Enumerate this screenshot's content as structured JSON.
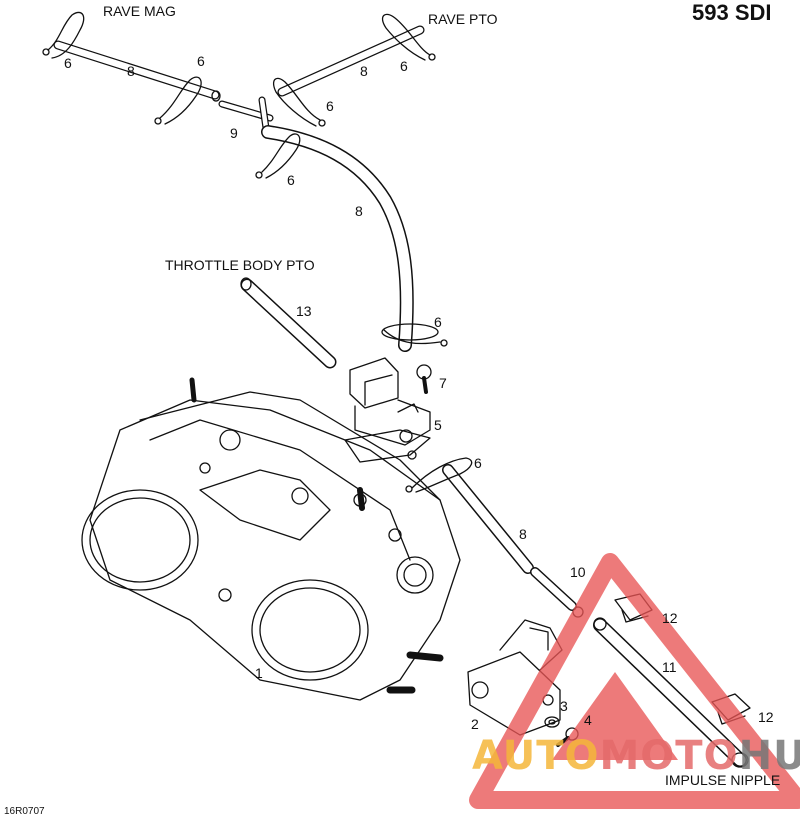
{
  "model_title": "593 SDI",
  "figure_ref": "16R0707",
  "callouts": {
    "rave_mag": "RAVE MAG",
    "rave_pto": "RAVE PTO",
    "throttle_body_pto": "THROTTLE BODY PTO",
    "impulse_nipple": "IMPULSE NIPPLE"
  },
  "part_numbers": {
    "p1": "1",
    "p2": "2",
    "p3": "3",
    "p4": "4",
    "p5": "5",
    "p6a": "6",
    "p6b": "6",
    "p6c": "6",
    "p6d": "6",
    "p6e": "6",
    "p6f": "6",
    "p6g": "6",
    "p7": "7",
    "p8a": "8",
    "p8b": "8",
    "p8c": "8",
    "p8d": "8",
    "p9": "9",
    "p10": "10",
    "p11": "11",
    "p12a": "12",
    "p12b": "12",
    "p13": "13"
  },
  "watermark": {
    "part1": "AUTO",
    "part2": "MOTO",
    "part3": "HUB",
    "color1": "#f5b73a",
    "color2": "#e46a6a",
    "color3": "#777777"
  },
  "colors": {
    "line": "#111111",
    "triangle": "#e85555"
  }
}
